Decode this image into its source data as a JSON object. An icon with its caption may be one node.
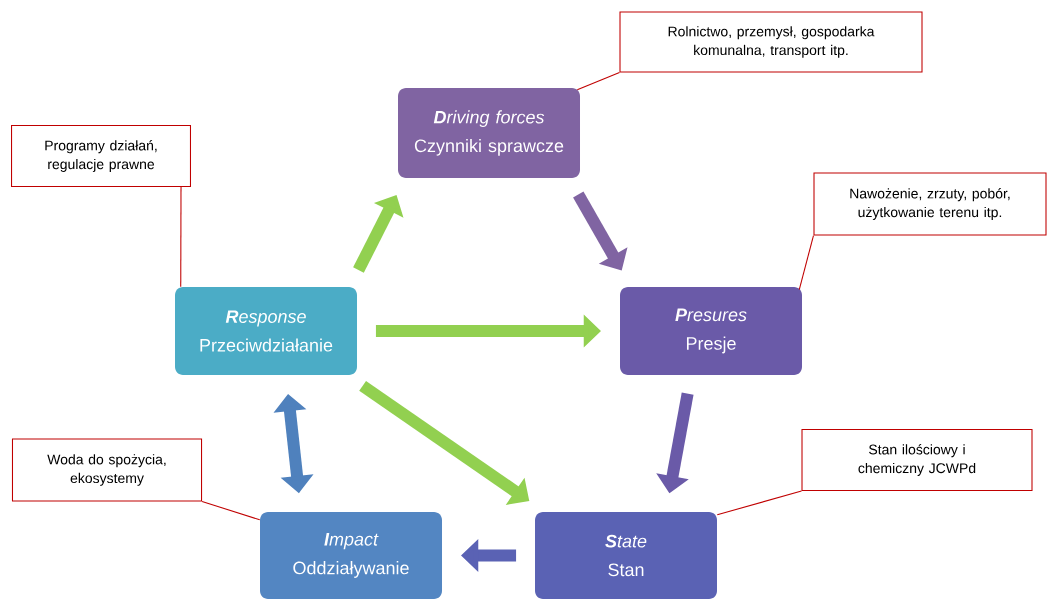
{
  "diagram": {
    "nodes": [
      {
        "text": [
          "**D**riving forces",
          "Czynniki sprawcze"
        ]
      },
      {
        "text": [
          "**P**resures",
          "Presje"
        ]
      },
      {
        "text": [
          "**S**tate",
          "Stan"
        ]
      },
      {
        "text": [
          "**I**mpact",
          "Oddziaływanie"
        ]
      },
      {
        "text": [
          "**R**esponse",
          "Przeciwdziałanie"
        ]
      },
      {
        "text": [
          "Rolnictwo, przemysł, gospodarka komunalna, transport itp."
        ]
      },
      {
        "text": [
          "Nawożenie, zrzuty, pobór, użytkowanie terenu itp."
        ]
      },
      {
        "text": [
          "Stan ilościowy i chemiczny JCWPd"
        ]
      },
      {
        "text": [
          "Woda do spożycia, ekosystemy"
        ]
      },
      {
        "text": [
          "Programy działań, regulacje prawne"
        ]
      }
    ],
    "edges": [
      {
        "from": 4,
        "to": 0,
        "arrow": "to",
        "color": "#92d050"
      },
      {
        "from": 0,
        "to": 1,
        "arrow": "to",
        "color": "#8064a2"
      },
      {
        "from": 4,
        "to": 1,
        "arrow": "to",
        "color": "#92d050"
      },
      {
        "from": 4,
        "to": 2,
        "arrow": "to",
        "color": "#92d050"
      },
      {
        "from": 1,
        "to": 2,
        "arrow": "to",
        "color": "#6a5aa8"
      },
      {
        "from": 2,
        "to": 3,
        "arrow": "to",
        "color": "#5a62b4"
      },
      {
        "from": 3,
        "to": 4,
        "arrow": "both",
        "color": "#4f81bd"
      },
      {
        "from": 5,
        "to": 0,
        "arrow": "none",
        "color": "#c00000"
      },
      {
        "from": 6,
        "to": 1,
        "arrow": "none",
        "color": "#c00000"
      },
      {
        "from": 7,
        "to": 2,
        "arrow": "none",
        "color": "#c00000"
      },
      {
        "from": 8,
        "to": 3,
        "arrow": "none",
        "color": "#c00000"
      },
      {
        "from": 9,
        "to": 4,
        "arrow": "none",
        "color": "#c00000"
      }
    ]
  }
}
